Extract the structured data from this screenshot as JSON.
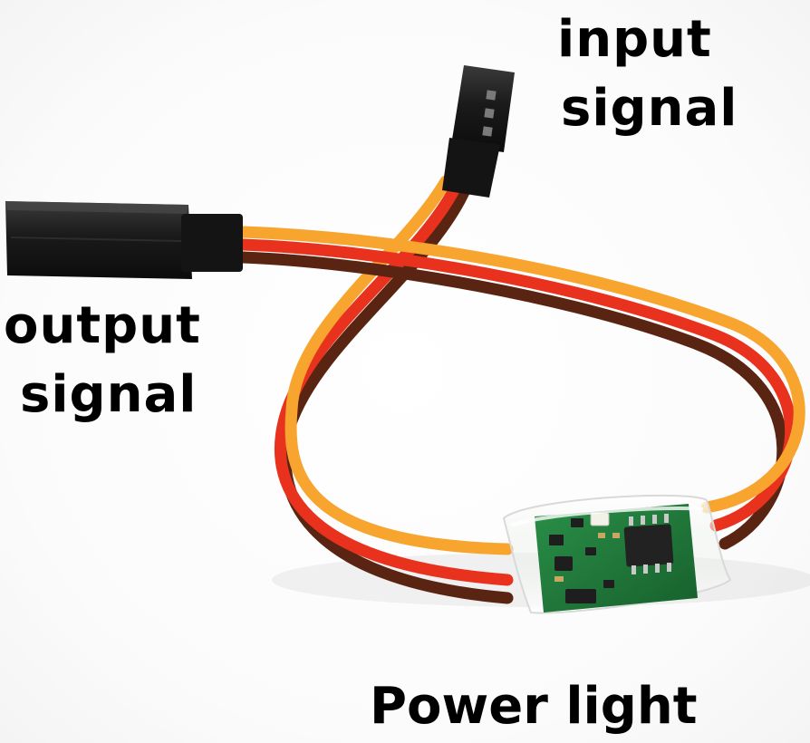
{
  "labels": {
    "input_signal": [
      "input",
      "signal"
    ],
    "output_signal": [
      "output",
      "signal"
    ],
    "power_light": "Power light"
  },
  "colors": {
    "wire_orange": "#f7a52f",
    "wire_red": "#e8321e",
    "wire_brown": "#5a2412",
    "connector": "#1c1c1c",
    "pcb": "#1f7a3a",
    "chip": "#222222",
    "led": "#f2f2e8",
    "label_text": "#000000"
  }
}
